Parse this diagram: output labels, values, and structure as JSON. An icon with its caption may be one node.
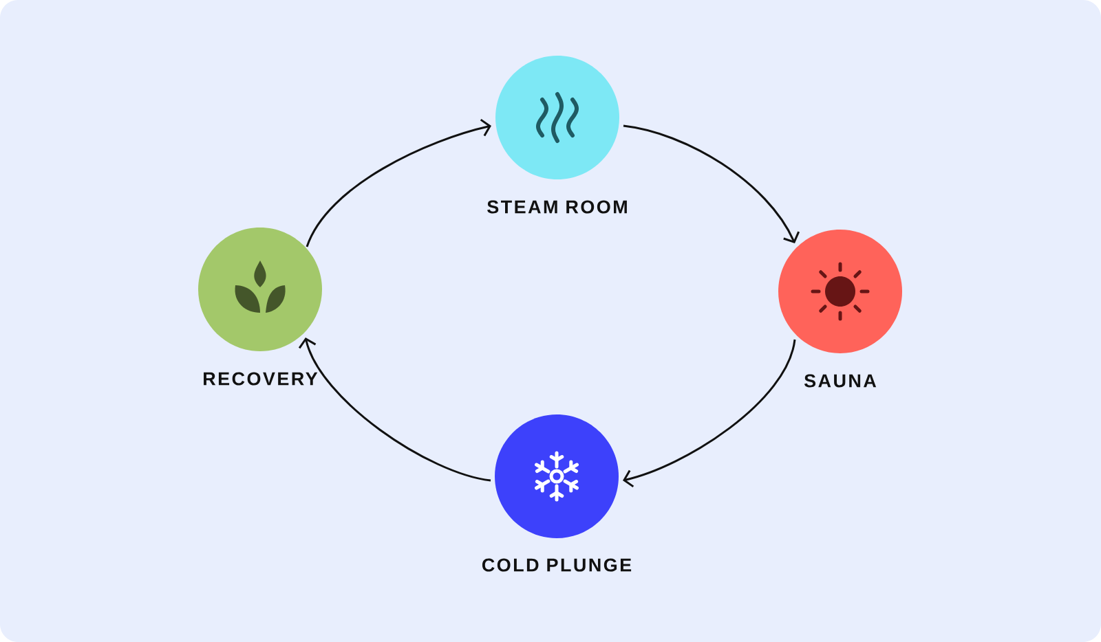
{
  "diagram": {
    "nodes": [
      {
        "text": [
          "STEAM ROOM"
        ]
      },
      {
        "text": [
          "RECOVERY"
        ]
      },
      {
        "text": [
          "SAUNA"
        ]
      },
      {
        "text": [
          "COLD PLUNGE"
        ]
      }
    ],
    "edges": [
      {
        "from": 1,
        "to": 0,
        "arrow": "to"
      },
      {
        "from": 0,
        "to": 2,
        "arrow": "to"
      },
      {
        "from": 2,
        "to": 3,
        "arrow": "to"
      },
      {
        "from": 3,
        "to": 1,
        "arrow": "to"
      }
    ]
  }
}
